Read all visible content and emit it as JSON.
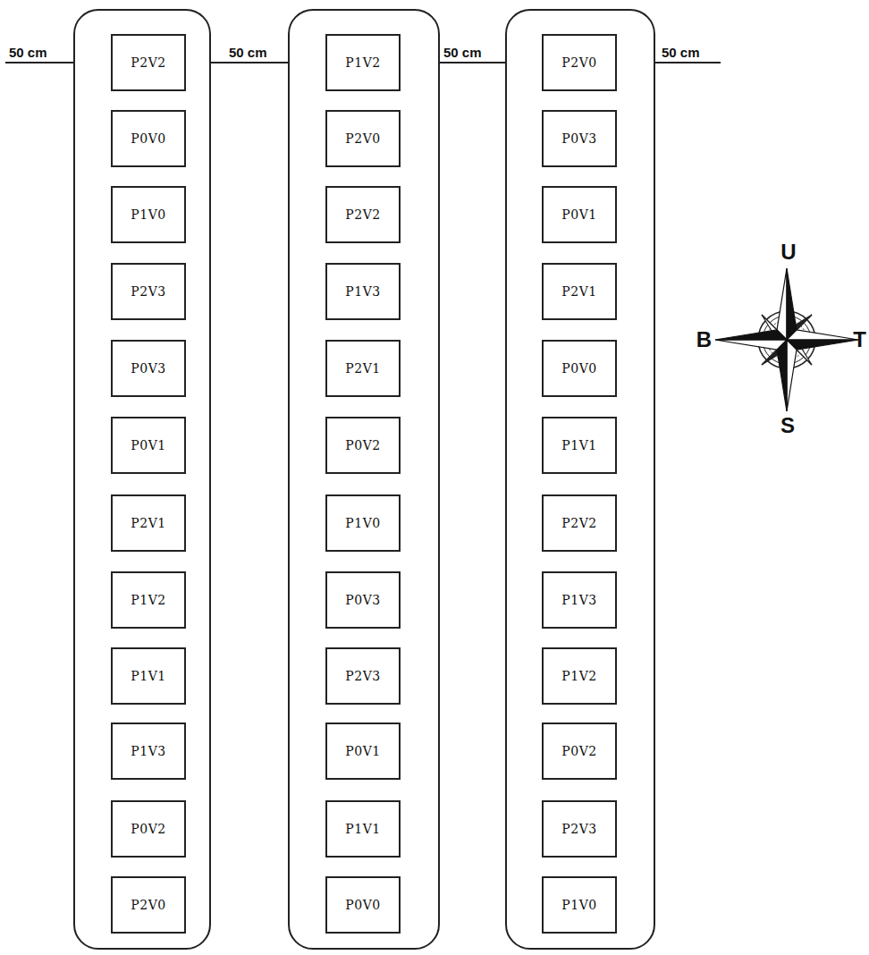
{
  "diagram": {
    "nodes": [
      {
        "text": []
      },
      {
        "text": [
          "P2V2"
        ],
        "in": 0
      },
      {
        "text": [
          "P0V0"
        ],
        "in": 0
      },
      {
        "text": [
          "P1V0"
        ],
        "in": 0
      },
      {
        "text": [
          "P2V3"
        ],
        "in": 0
      },
      {
        "text": [
          "P0V3"
        ],
        "in": 0
      },
      {
        "text": [
          "P0V1"
        ],
        "in": 0
      },
      {
        "text": [
          "P2V1"
        ],
        "in": 0
      },
      {
        "text": [
          "P1V2"
        ],
        "in": 0
      },
      {
        "text": [
          "P1V1"
        ],
        "in": 0
      },
      {
        "text": [
          "P1V3"
        ],
        "in": 0
      },
      {
        "text": [
          "P0V2"
        ],
        "in": 0
      },
      {
        "text": [
          "P2V0"
        ],
        "in": 0
      },
      {
        "text": []
      },
      {
        "text": [
          "P1V2"
        ],
        "in": 13
      },
      {
        "text": [
          "P2V0"
        ],
        "in": 13
      },
      {
        "text": [
          "P2V2"
        ],
        "in": 13
      },
      {
        "text": [
          "P1V3"
        ],
        "in": 13
      },
      {
        "text": [
          "P2V1"
        ],
        "in": 13
      },
      {
        "text": [
          "P0V2"
        ],
        "in": 13
      },
      {
        "text": [
          "P1V0"
        ],
        "in": 13
      },
      {
        "text": [
          "P0V3"
        ],
        "in": 13
      },
      {
        "text": [
          "P2V3"
        ],
        "in": 13
      },
      {
        "text": [
          "P0V1"
        ],
        "in": 13
      },
      {
        "text": [
          "P1V1"
        ],
        "in": 13
      },
      {
        "text": [
          "P0V0"
        ],
        "in": 13
      },
      {
        "text": []
      },
      {
        "text": [
          "P2V0"
        ],
        "in": 26
      },
      {
        "text": [
          "P0V3"
        ],
        "in": 26
      },
      {
        "text": [
          "P0V1"
        ],
        "in": 26
      },
      {
        "text": [
          "P2V1"
        ],
        "in": 26
      },
      {
        "text": [
          "P0V0"
        ],
        "in": 26
      },
      {
        "text": [
          "P1V1"
        ],
        "in": 26
      },
      {
        "text": [
          "P2V2"
        ],
        "in": 26
      },
      {
        "text": [
          "P1V3"
        ],
        "in": 26
      },
      {
        "text": [
          "P1V2"
        ],
        "in": 26
      },
      {
        "text": [
          "P0V2"
        ],
        "in": 26
      },
      {
        "text": [
          "P2V3"
        ],
        "in": 26
      },
      {
        "text": [
          "P1V0"
        ],
        "in": 26
      }
    ],
    "labels": [
      "50 cm",
      "50 cm",
      "50 cm",
      "50 cm",
      "U",
      "B",
      "T",
      "S"
    ]
  }
}
